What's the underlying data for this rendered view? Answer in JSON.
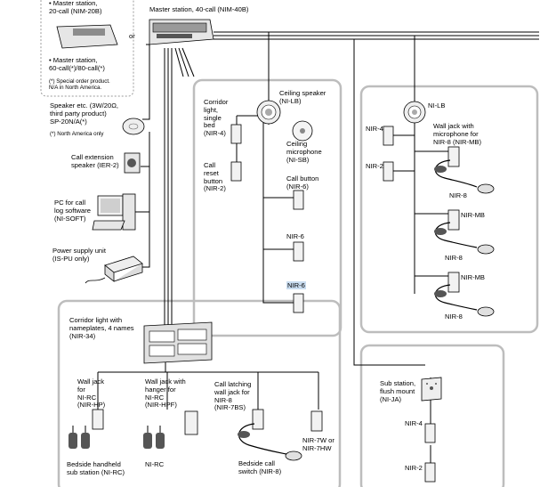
{
  "colors": {
    "line": "#000000",
    "group_border": "#bdbdbd",
    "highlight": "#c9dcef",
    "device_fill": "#f2f2f2"
  },
  "labels": {
    "master20_bullet": "• Master station,\n20-call (NIM-20B)",
    "or_text": "or",
    "master60_bullet": "• Master station,\n60-call(*)/80-call(*)",
    "special_order_note": "(*) Special order product.\nN/A in North America.",
    "master40": "Master station, 40-call (NIM-40B)",
    "speaker_etc": "Speaker etc. (3W/20Ω,\nthird party product)\nSP-20N/A(*)",
    "na_only": "(*) North America only",
    "ext_speaker": "Call extension\nspeaker (IER-2)",
    "pc": "PC for call\nlog software\n(NI-SOFT)",
    "power": "Power supply unit\n(IS-PU only)",
    "corridor_light_single": "Corridor\nlight,\nsingle\nbed\n(NIR-4)",
    "call_reset": "Call\nreset\nbutton\n(NIR-2)",
    "ceiling_speaker": "Ceiling speaker\n(NI-LB)",
    "ceiling_mic": "Ceiling\nmicrophone\n(NI-SB)",
    "call_button": "Call button\n(NIR-6)",
    "nir6_a": "NIR-6",
    "nir6_b": "NIR-6",
    "nilb_right": "NI-LB",
    "nir4_right": "NIR-4",
    "nir2_right": "NIR-2",
    "wall_jack_mic": "Wall jack with\nmicrophone for\nNIR-8 (NIR-MB)",
    "nir8_1": "NIR-8",
    "nirmb_2": "NIR-MB",
    "nir8_2": "NIR-8",
    "nirmb_3": "NIR-MB",
    "nir8_3": "NIR-8",
    "corridor_light_names": "Corridor light with\nnameplates, 4 names\n(NIR-34)",
    "wall_jack_hp": "Wall jack\nfor\nNI-RC\n(NIR-HP)",
    "wall_jack_hanger": "Wall jack with\nhanger for\nNI-RC\n(NIR-HPF)",
    "call_latching": "Call latching\nwall jack for\nNIR-8\n(NIR-7BS)",
    "bedside_handheld": "Bedside handheld\nsub station (NI-RC)",
    "ni_rc": "NI-RC",
    "bedside_call_switch": "Bedside call\nswitch (NIR-8)",
    "nir7w": "NIR-7W or\nNIR-7HW",
    "sub_station": "Sub station,\nflush mount\n(NI-JA)",
    "nir4_sub": "NIR-4",
    "nir2_sub": "NIR-2"
  }
}
